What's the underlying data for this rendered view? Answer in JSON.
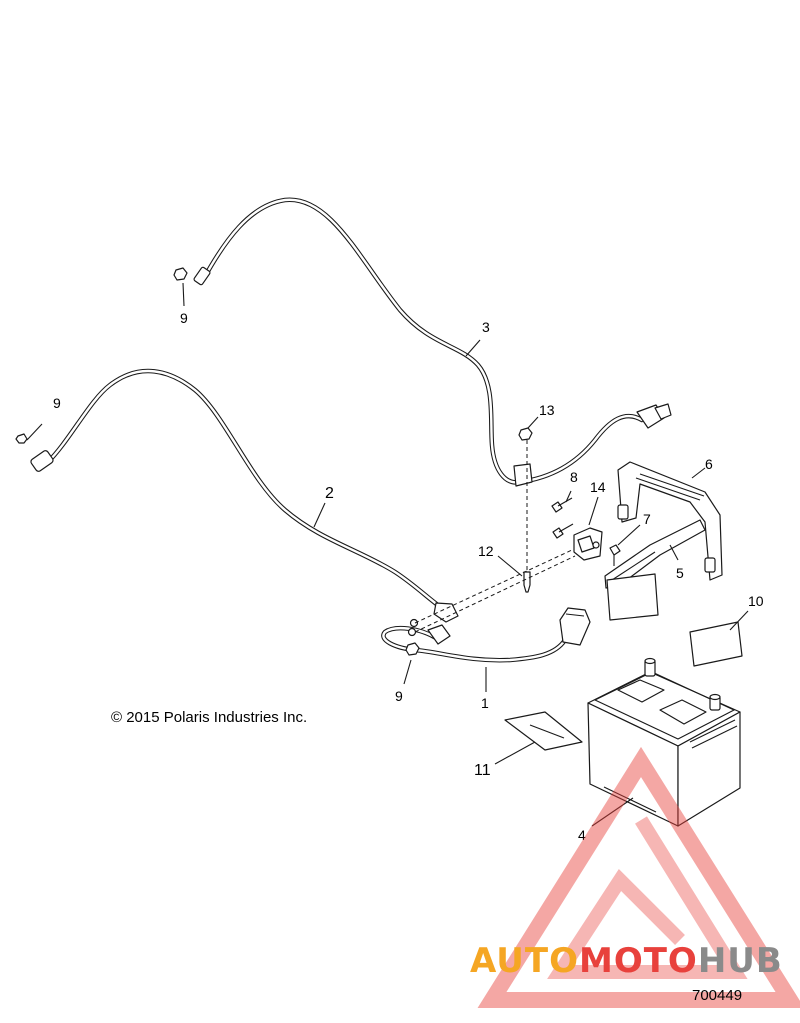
{
  "diagram": {
    "copyright": "© 2015 Polaris Industries Inc.",
    "part_number": "700449",
    "callouts": {
      "c1": "1",
      "c2": "2",
      "c3": "3",
      "c4": "4",
      "c5": "5",
      "c6": "6",
      "c7": "7",
      "c8": "8",
      "c9a": "9",
      "c9b": "9",
      "c9c": "9",
      "c10": "10",
      "c11": "11",
      "c12": "12",
      "c13": "13",
      "c14": "14"
    }
  },
  "watermark": {
    "word_part1": "AUTO",
    "word_part2": "MOTO",
    "word_part3": "HUB",
    "colors": {
      "orange": "#f5a623",
      "red": "#e8413c",
      "gray": "#8a8a8a"
    }
  }
}
